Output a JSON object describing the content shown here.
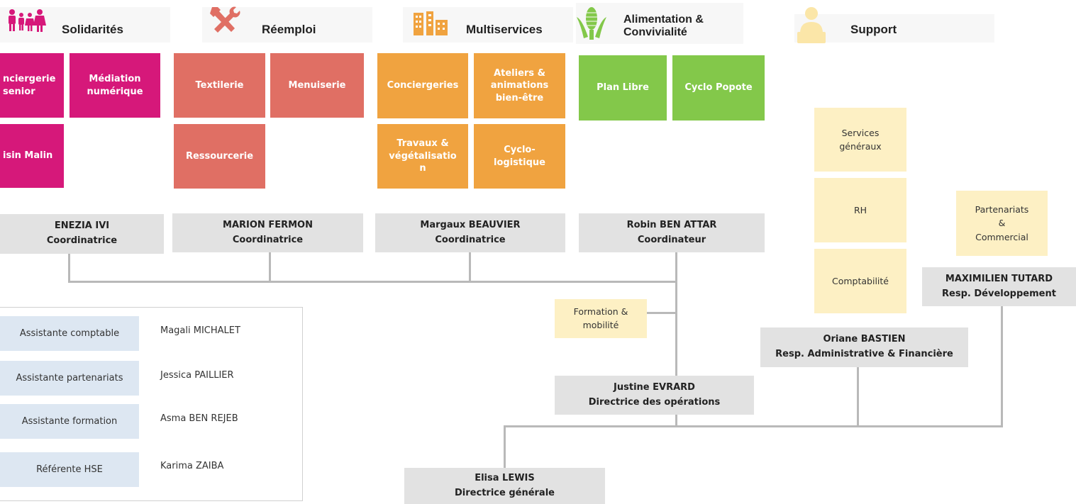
{
  "headers": [
    {
      "id": "solidarites",
      "title": "Solidarités",
      "icon": "family-icon"
    },
    {
      "id": "reemploi",
      "title": "Réemploi",
      "icon": "hammer-wrench-icon"
    },
    {
      "id": "multiservices",
      "title": "Multiservices",
      "icon": "buildings-icon"
    },
    {
      "id": "alimentation",
      "title": "Alimentation & Convivialité",
      "icon": "corn-icon"
    },
    {
      "id": "support",
      "title": "Support",
      "icon": "person-desk-icon"
    }
  ],
  "colors": {
    "solidarites": "#d6187a",
    "reemploi": "#e06f64",
    "multiservices": "#f0a340",
    "alimentation": "#83c84a",
    "support": "#fdf0c4",
    "coordinator_box": "#e2e2e2",
    "staff_role": "#dde7f2",
    "connector": "#b9b9b9"
  },
  "tiles": {
    "conciergerie_senior": "nciergerie\nsenior",
    "mediation_numerique": "Médiation\nnumérique",
    "voisin_malin": "isin Malin",
    "textilerie": "Textilerie",
    "menuiserie": "Menuiserie",
    "ressourcerie": "Ressourcerie",
    "conciergeries": "Conciergeries",
    "ateliers": "Ateliers &\nanimations\nbien-être",
    "travaux": "Travaux &\nvégétalisatio\nn",
    "cyclo_logistique": "Cyclo-\nlogistique",
    "plan_libre": "Plan Libre",
    "cyclo_popote": "Cyclo Popote"
  },
  "support_tiles": {
    "services_generaux": "Services\ngénéraux",
    "rh": "RH",
    "comptabilite": "Comptabilité",
    "partenariats": "Partenariats\n&\nCommercial",
    "formation": "Formation &\nmobilité"
  },
  "people": {
    "enezia": {
      "name": "ENEZIA IVI",
      "role": "Coordinatrice"
    },
    "marion": {
      "name": "MARION FERMON",
      "role": "Coordinatrice"
    },
    "margaux": {
      "name": "Margaux BEAUVIER",
      "role": "Coordinatrice"
    },
    "robin": {
      "name": "Robin BEN ATTAR",
      "role": "Coordinateur"
    },
    "maximilien": {
      "name": "MAXIMILIEN TUTARD",
      "role": "Resp. Développement"
    },
    "oriane": {
      "name": "Oriane BASTIEN",
      "role": "Resp. Administrative & Financière"
    },
    "justine": {
      "name": "Justine EVRARD",
      "role": "Directrice des opérations"
    },
    "elisa": {
      "name": "Elisa LEWIS",
      "role": "Directrice générale"
    }
  },
  "staff": [
    {
      "role": "Assistante comptable",
      "name": "Magali MICHALET"
    },
    {
      "role": "Assistante partenariats",
      "name": "Jessica PAILLIER"
    },
    {
      "role": "Assistante formation",
      "name": "Asma BEN REJEB"
    },
    {
      "role": "Référente HSE",
      "name": "Karima ZAIBA"
    }
  ]
}
